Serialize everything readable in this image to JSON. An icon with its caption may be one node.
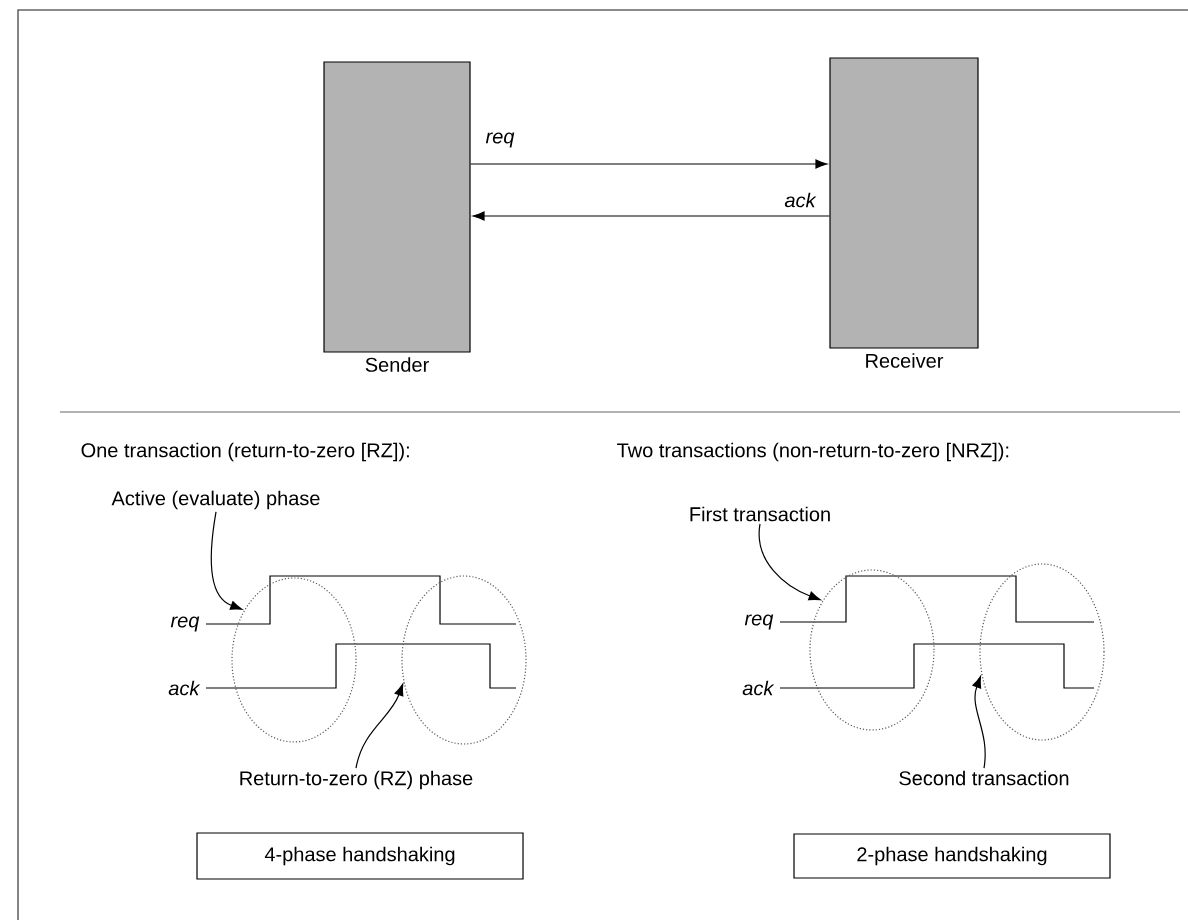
{
  "diagram": {
    "nodes": [
      {
        "text": [
          "Sender"
        ]
      },
      {
        "text": [
          "Receiver"
        ]
      },
      {
        "text": [
          "Active (evaluate) phase"
        ]
      },
      {
        "text": [],
        "shape": "ellipse"
      },
      {
        "text": [],
        "shape": "ellipse"
      },
      {
        "text": [
          "Return-to-zero (RZ) phase"
        ]
      },
      {
        "text": [
          "4-phase handshaking"
        ]
      },
      {
        "text": [
          "First transaction"
        ]
      },
      {
        "text": [],
        "shape": "ellipse"
      },
      {
        "text": [],
        "shape": "ellipse"
      },
      {
        "text": [
          "Second transaction"
        ]
      },
      {
        "text": [
          "2-phase handshaking"
        ]
      }
    ],
    "edges": [
      {
        "from": 0,
        "to": 1,
        "arrow": "to",
        "label": "req"
      },
      {
        "from": 1,
        "to": 0,
        "arrow": "to",
        "label": "ack"
      },
      {
        "from": 2,
        "to": 3,
        "arrow": "to"
      },
      {
        "from": 5,
        "to": 4,
        "arrow": "to"
      },
      {
        "from": 7,
        "to": 8,
        "arrow": "to"
      },
      {
        "from": 10,
        "to": 9,
        "arrow": "to"
      }
    ],
    "labels": [
      "One transaction (return-to-zero [RZ]):",
      "Two transactions (non-return-to-zero [NRZ]):",
      "req",
      "ack",
      "req",
      "ack"
    ]
  }
}
